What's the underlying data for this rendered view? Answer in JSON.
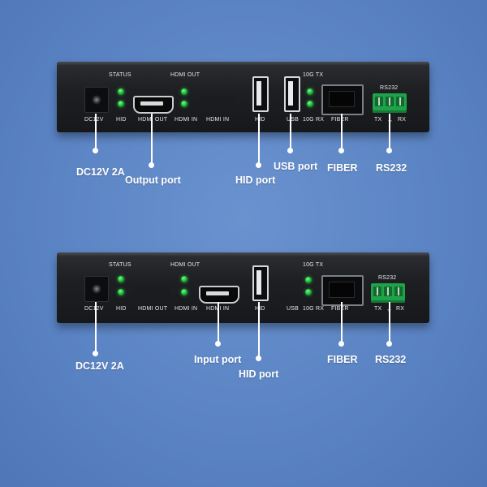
{
  "colors": {
    "background": "#5b84c4",
    "chassis": "#1d1f22",
    "led": "#1fbf3a",
    "terminal": "#1fa34a",
    "callout": "#ffffff"
  },
  "device_top": {
    "labels": {
      "status": "STATUS",
      "hdmi_out_header": "HDMI OUT",
      "dc12v": "DC12V",
      "hid": "HID",
      "hdmi_out": "HDMI OUT",
      "hdmi_in_led": "HDMI IN",
      "hdmi_in": "HDMI IN",
      "hid_port": "HID",
      "usb": "USB",
      "tx_10g": "10G TX",
      "rx_10g": "10G RX",
      "fiber": "FIBER",
      "rs232": "RS232",
      "tx": "TX",
      "gnd": "⏚",
      "rx": "RX"
    },
    "callouts": {
      "dc": "DC12V 2A",
      "output": "Output port",
      "hid": "HID port",
      "usb": "USB port",
      "fiber": "FIBER",
      "rs232": "RS232"
    }
  },
  "device_bottom": {
    "labels": {
      "status": "STATUS",
      "hdmi_out_header": "HDMI OUT",
      "dc12v": "DC12V",
      "hid": "HID",
      "hdmi_out": "HDMI OUT",
      "hdmi_in_led": "HDMI IN",
      "hdmi_in": "HDMI IN",
      "hid_port": "HID",
      "usb": "USB",
      "tx_10g": "10G TX",
      "rx_10g": "10G RX",
      "fiber": "FIBER",
      "rs232": "RS232",
      "tx": "TX",
      "gnd": "⏚",
      "rx": "RX"
    },
    "callouts": {
      "dc": "DC12V 2A",
      "input": "Input port",
      "hid": "HID port",
      "fiber": "FIBER",
      "rs232": "RS232"
    }
  }
}
